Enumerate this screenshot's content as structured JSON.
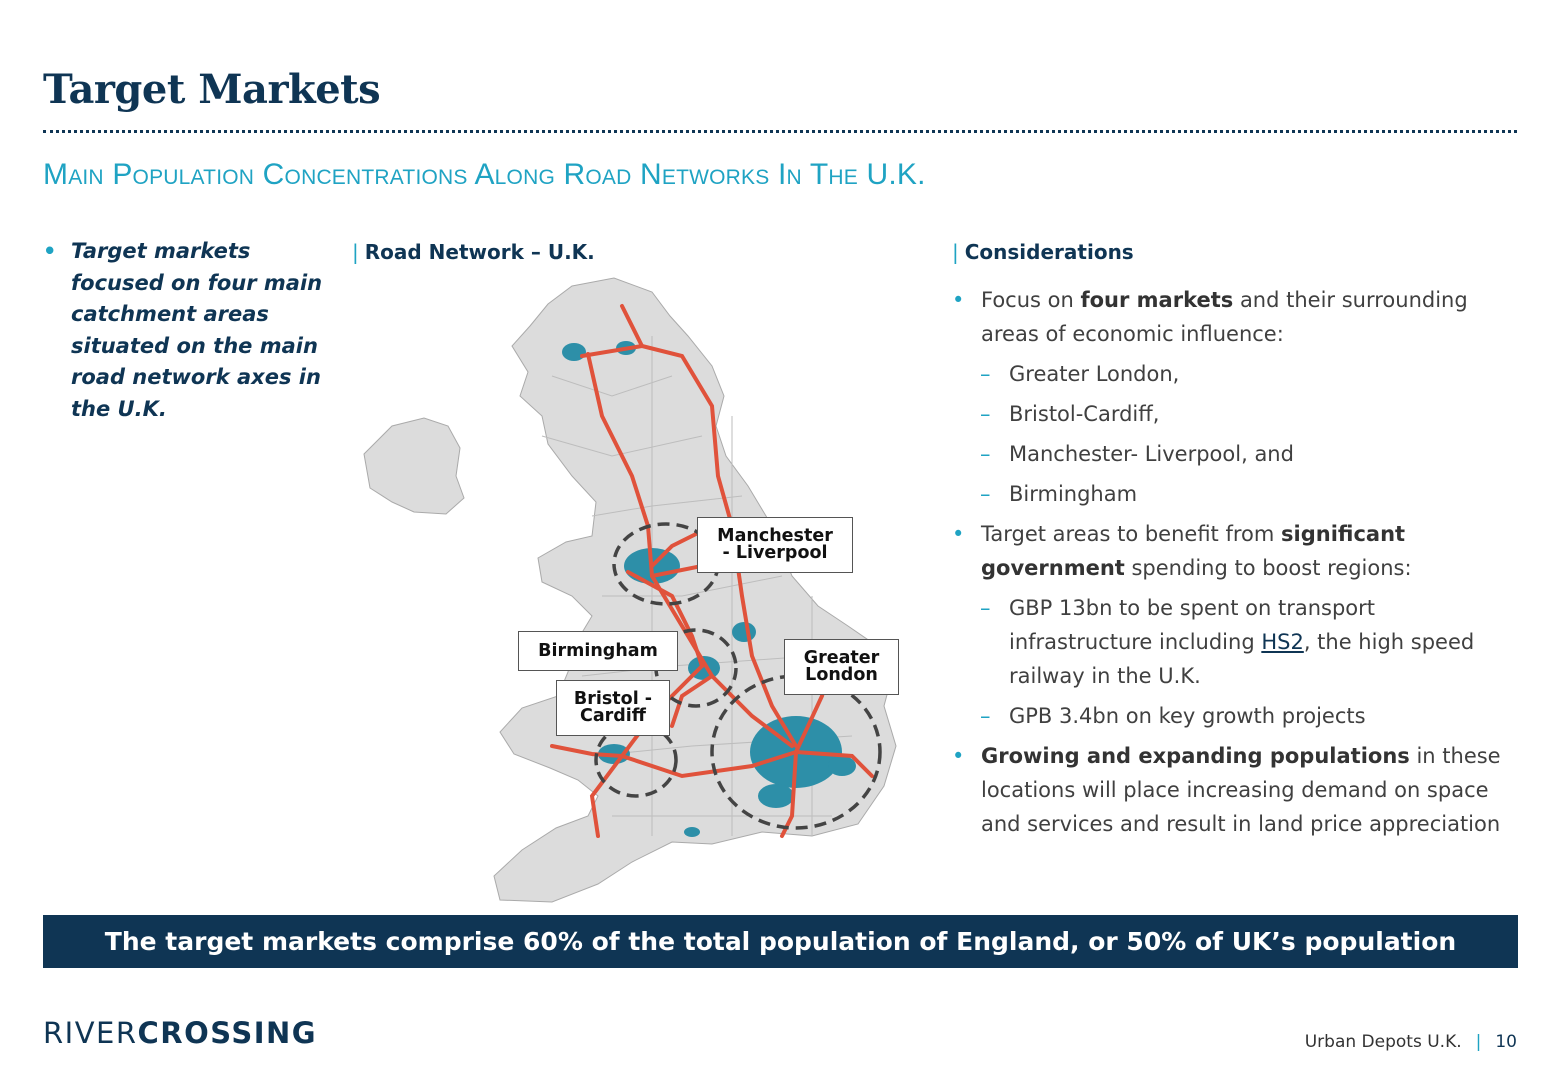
{
  "header": {
    "title": "Target Markets",
    "subtitle": "Main Population Concentrations Along Road Networks In The U.K."
  },
  "left_note": {
    "text": "Target markets focused on four main catchment areas situated on the main road network axes in the U.K."
  },
  "map_section": {
    "heading": "Road Network – U.K.",
    "labels": {
      "manchester": "Manchester\n- Liverpool",
      "birmingham": "Birmingham",
      "london": "Greater\nLondon",
      "bristol": "Bristol -\nCardiff"
    }
  },
  "considerations": {
    "heading": "Considerations",
    "b1_pre": "Focus on ",
    "b1_bold": "four markets",
    "b1_post": " and their surrounding areas of economic influence:",
    "b1_subs": [
      "Greater London,",
      "Bristol-Cardiff,",
      "Manchester- Liverpool, and",
      "Birmingham"
    ],
    "b2_pre": "Target areas to benefit from ",
    "b2_bold": "significant government",
    "b2_post": " spending to boost regions:",
    "b2_sub1_pre": "GBP 13bn to be spent on transport infrastructure including ",
    "b2_sub1_link": "HS2",
    "b2_sub1_post": ", the high speed railway in the U.K.",
    "b2_sub2": "GPB 3.4bn on key growth projects",
    "b3_bold": "Growing and expanding populations",
    "b3_post": " in these locations will place increasing demand on space and services and result in land price appreciation"
  },
  "banner": {
    "text": "The target markets comprise 60% of the total population of England, or 50% of UK’s population"
  },
  "footer": {
    "logo_thin": "RIVER",
    "logo_bold": "CROSSING",
    "doc_name": "Urban Depots U.K.",
    "separator": "|",
    "page": "10"
  },
  "colors": {
    "navy": "#0f3554",
    "accent": "#1fa3c3",
    "road": "#e0523b",
    "urban": "#2d8fa8",
    "land": "#dcdcdc"
  }
}
